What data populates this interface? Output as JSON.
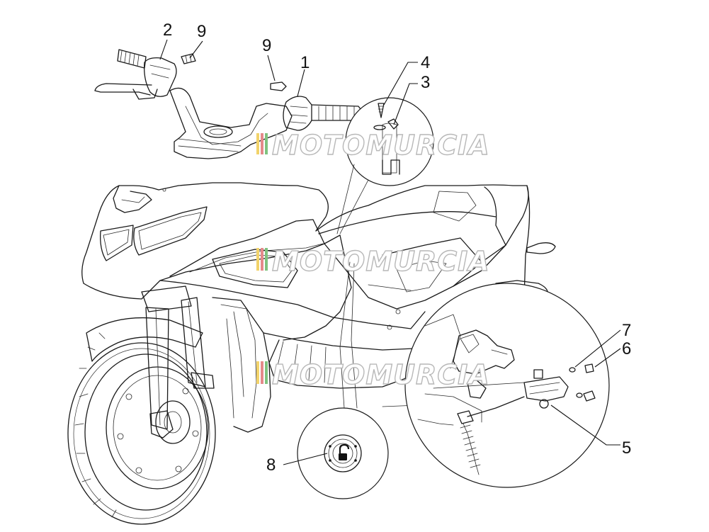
{
  "diagram": {
    "callouts": [
      {
        "id": "1",
        "label": "1"
      },
      {
        "id": "2",
        "label": "2"
      },
      {
        "id": "3",
        "label": "3"
      },
      {
        "id": "4",
        "label": "4"
      },
      {
        "id": "5",
        "label": "5"
      },
      {
        "id": "6",
        "label": "6"
      },
      {
        "id": "7",
        "label": "7"
      },
      {
        "id": "8",
        "label": "8"
      },
      {
        "id": "9a",
        "label": "9"
      },
      {
        "id": "9b",
        "label": "9"
      }
    ],
    "watermark": {
      "text": "MOTOMURCIA",
      "stripe_colors": [
        "#f2d36b",
        "#e48a8a",
        "#7fc27f"
      ]
    }
  }
}
